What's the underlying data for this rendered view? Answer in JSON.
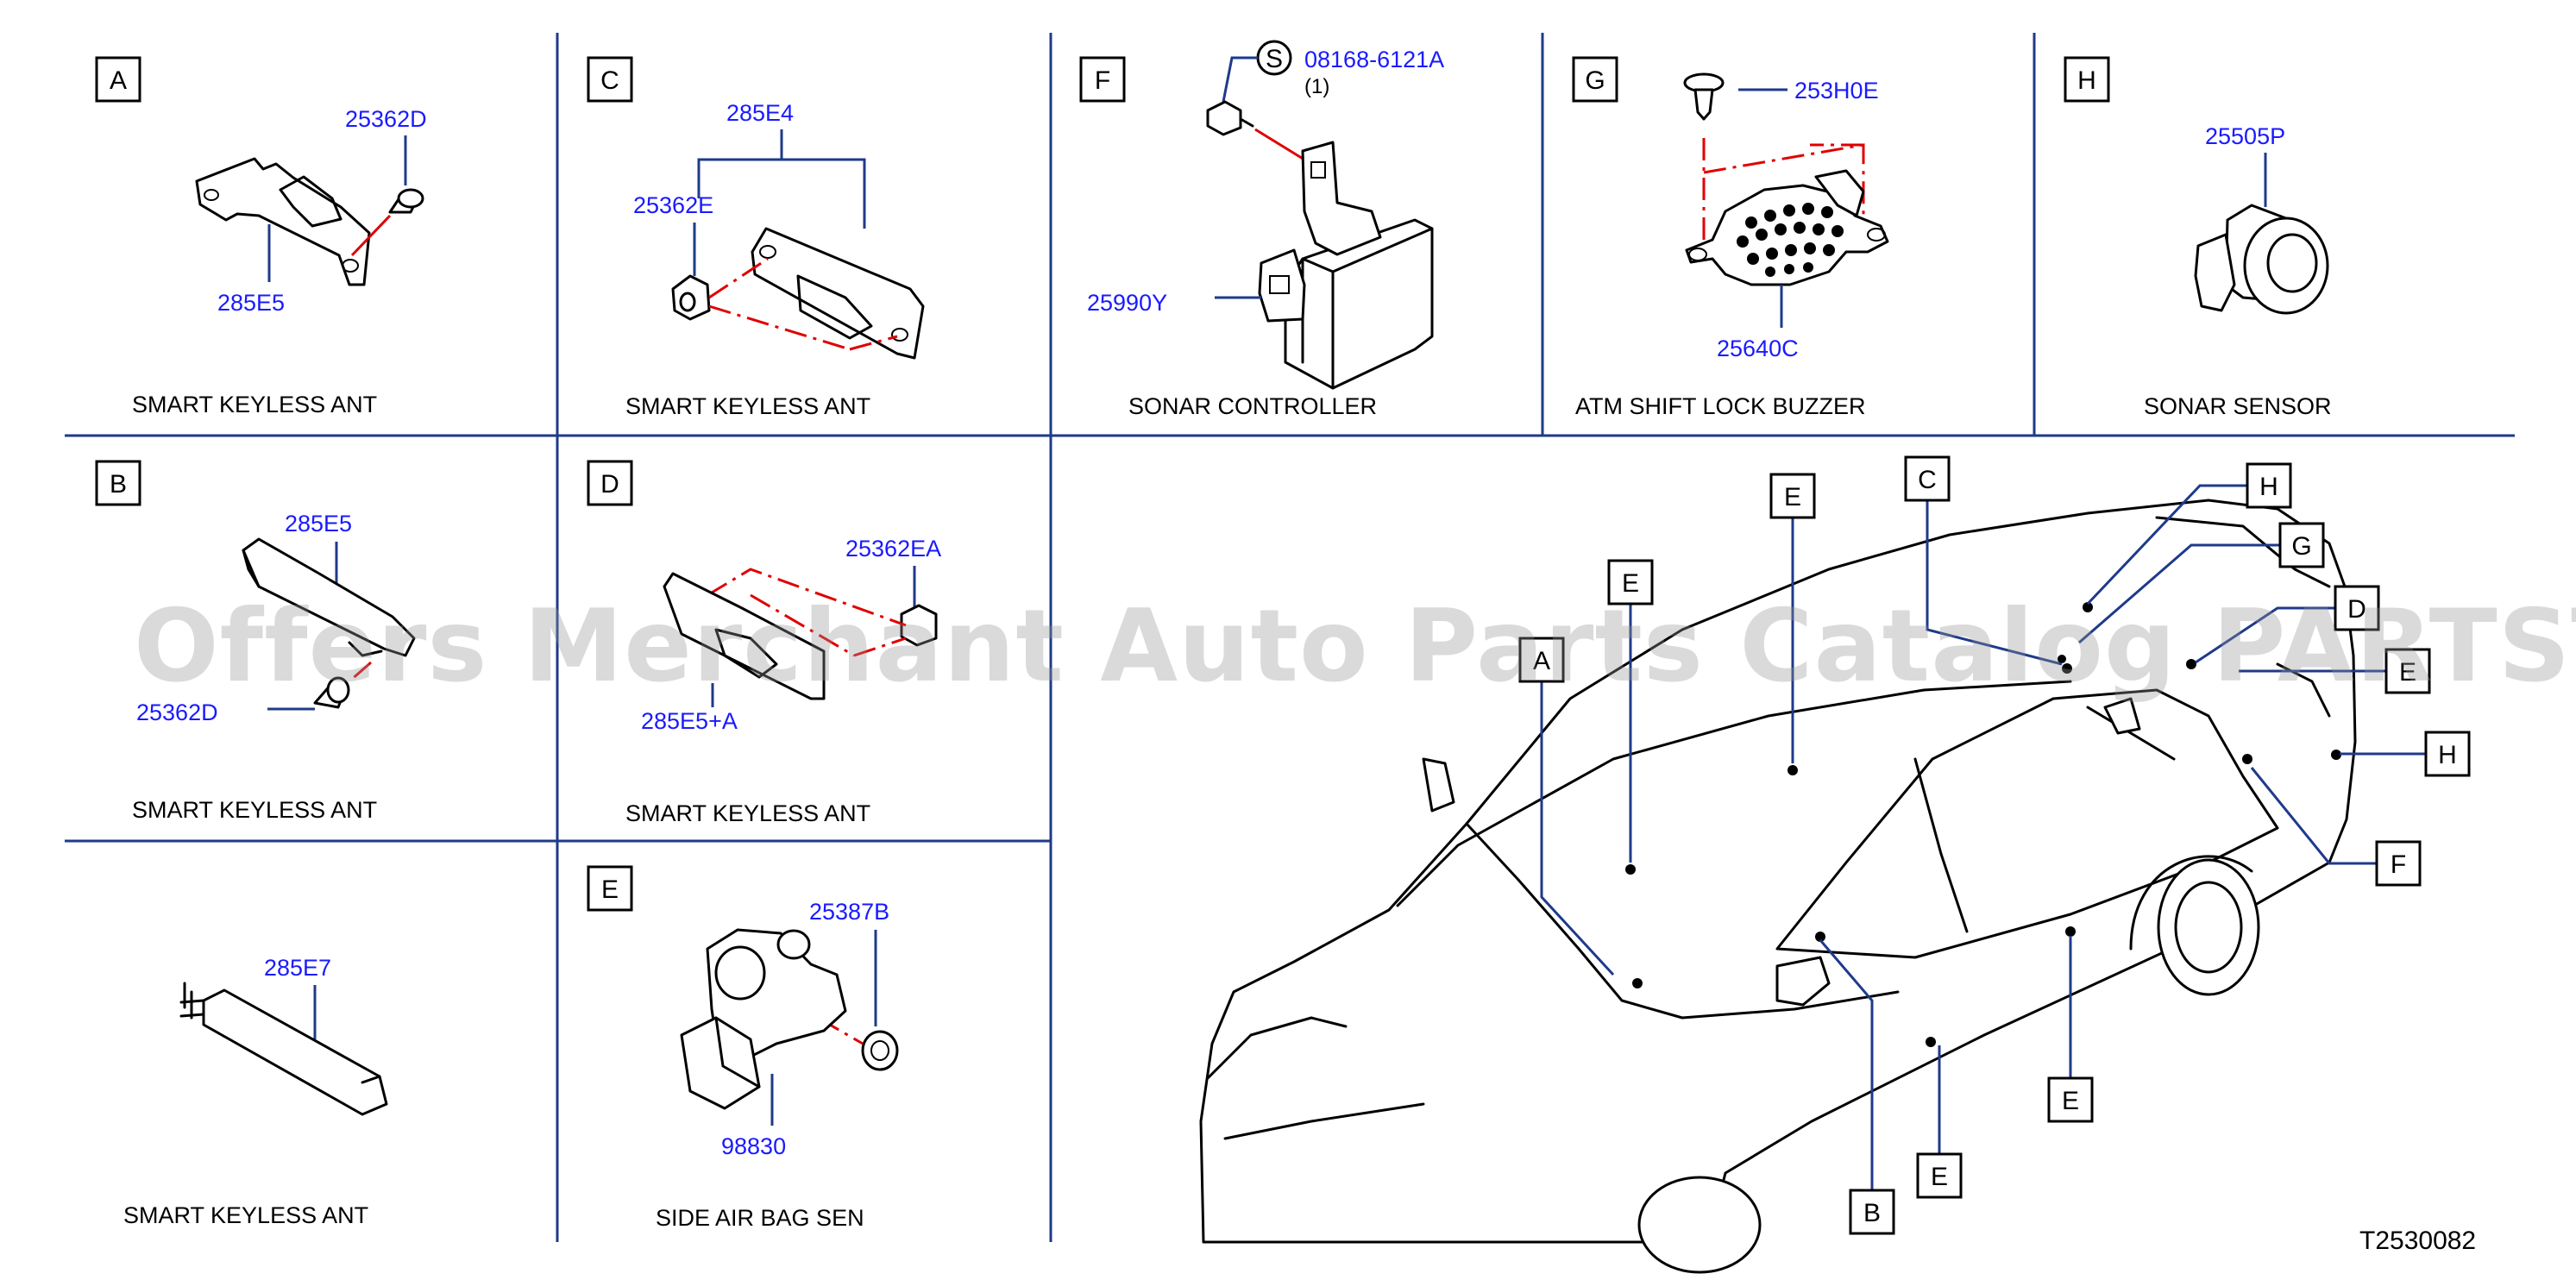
{
  "panels": {
    "A": {
      "letter": "A",
      "parts": [
        "25362D",
        "285E5"
      ],
      "caption": "SMART   KEYLESS   ANT"
    },
    "B": {
      "letter": "B",
      "parts": [
        "285E5",
        "25362D"
      ],
      "caption": "SMART   KEYLESS   ANT"
    },
    "C": {
      "letter": "C",
      "parts": [
        "285E4",
        "25362E"
      ],
      "caption": "SMART   KEYLESS   ANT"
    },
    "D": {
      "letter": "D",
      "parts": [
        "25362EA",
        "285E5+A"
      ],
      "caption": "SMART   KEYLESS   ANT"
    },
    "E": {
      "letter": "E",
      "parts": [
        "25387B",
        "98830"
      ],
      "caption": "SIDE   AIR   BAG   SEN"
    },
    "F": {
      "letter": "F",
      "parts": [
        "08168-6121A",
        "(1)",
        "25990Y"
      ],
      "screw_symbol": "S",
      "caption": "SONAR   CONTROLLER"
    },
    "G": {
      "letter": "G",
      "parts": [
        "253H0E",
        "25640C"
      ],
      "caption": "ATM   SHIFT   LOCK   BUZZER"
    },
    "H": {
      "letter": "H",
      "parts": [
        "25505P"
      ],
      "caption": "SONAR   SENSOR"
    },
    "E7": {
      "parts": [
        "285E7"
      ],
      "caption": "SMART   KEYLESS   ANT"
    }
  },
  "car_callouts": [
    "A",
    "B",
    "C",
    "D",
    "E",
    "E",
    "E",
    "E",
    "E",
    "F",
    "G",
    "H",
    "H"
  ],
  "watermark": "Offers Merchant Auto Parts Catalog PARTSTORE.SA",
  "drawing_id": "T2530082",
  "colors": {
    "part_number": "#1a1aff",
    "leader_line": "#1e3a8a",
    "dash_line": "#e00000"
  }
}
